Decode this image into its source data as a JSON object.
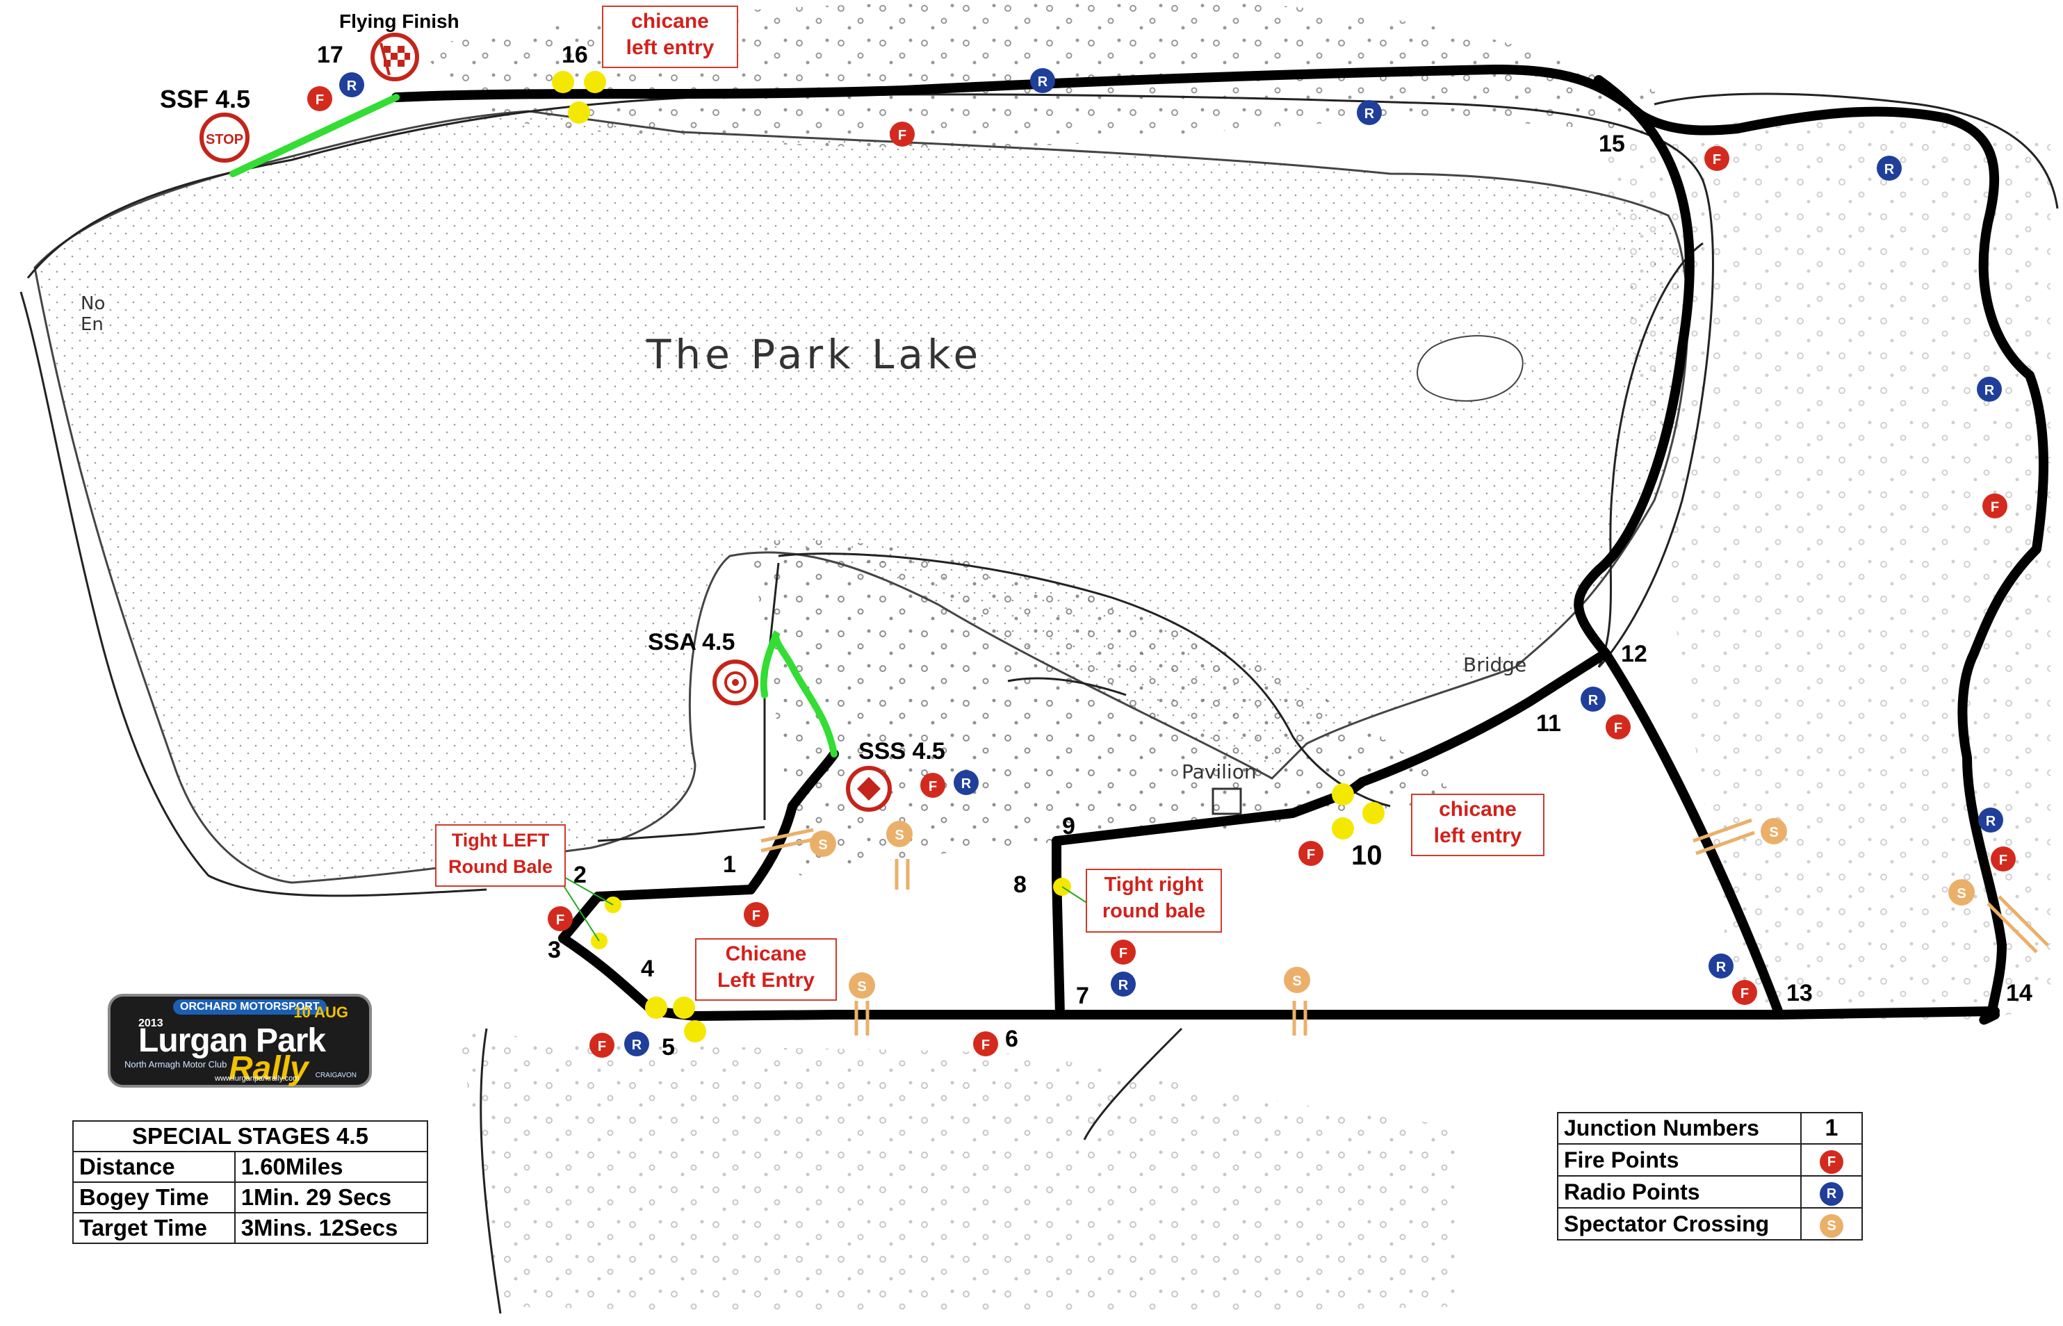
{
  "map_title": "The  Park  Lake",
  "place_labels": {
    "bridge": "Bridge",
    "pavilion": "Pavilion",
    "no_entry": "No\nEn"
  },
  "stage_points": {
    "ssf": "SSF 4.5",
    "ssa": "SSA 4.5",
    "sss": "SSS 4.5",
    "flying_finish": "Flying Finish",
    "stop_sign": "STOP"
  },
  "callouts": {
    "chicane_top": "chicane\nleft entry",
    "chicane_right": "chicane\nleft entry",
    "tight_left": "Tight  LEFT\nRound  Bale",
    "tight_right": "Tight right\nround  bale",
    "chicane_bottom": "Chicane\nLeft Entry"
  },
  "junctions": [
    "1",
    "2",
    "3",
    "4",
    "5",
    "6",
    "7",
    "8",
    "9",
    "10",
    "11",
    "12",
    "13",
    "14",
    "15",
    "16",
    "17"
  ],
  "marker_letters": {
    "fire": "F",
    "radio": "R",
    "spectator": "S"
  },
  "stages_table": {
    "title": "SPECIAL STAGES 4.5",
    "rows": [
      {
        "label": "Distance",
        "value": "1.60Miles"
      },
      {
        "label": "Bogey Time",
        "value": "1Min. 29 Secs"
      },
      {
        "label": "Target Time",
        "value": "3Mins. 12Secs"
      }
    ]
  },
  "legend": {
    "rows": [
      {
        "label": "Junction Numbers",
        "symbol": "1"
      },
      {
        "label": "Fire Points",
        "symbol": "F"
      },
      {
        "label": "Radio Points",
        "symbol": "R"
      },
      {
        "label": "Spectator Crossing",
        "symbol": "S"
      }
    ]
  },
  "badge": {
    "sponsor": "ORCHARD MOTORSPORT",
    "year": "2013",
    "date": "10 AUG",
    "name": "Lurgan Park",
    "rally": "Rally",
    "club": "North Armagh Motor Club",
    "website": "www.lurganparkrally.com",
    "partner": "CRAIGAVON"
  },
  "colors": {
    "route": "#000000",
    "start_finish": "#33dd33",
    "fire": "#d42a1e",
    "radio": "#1f3f9a",
    "spectator": "#eab06a",
    "chicane": "#f5e800",
    "callout_text": "#d4201a"
  }
}
